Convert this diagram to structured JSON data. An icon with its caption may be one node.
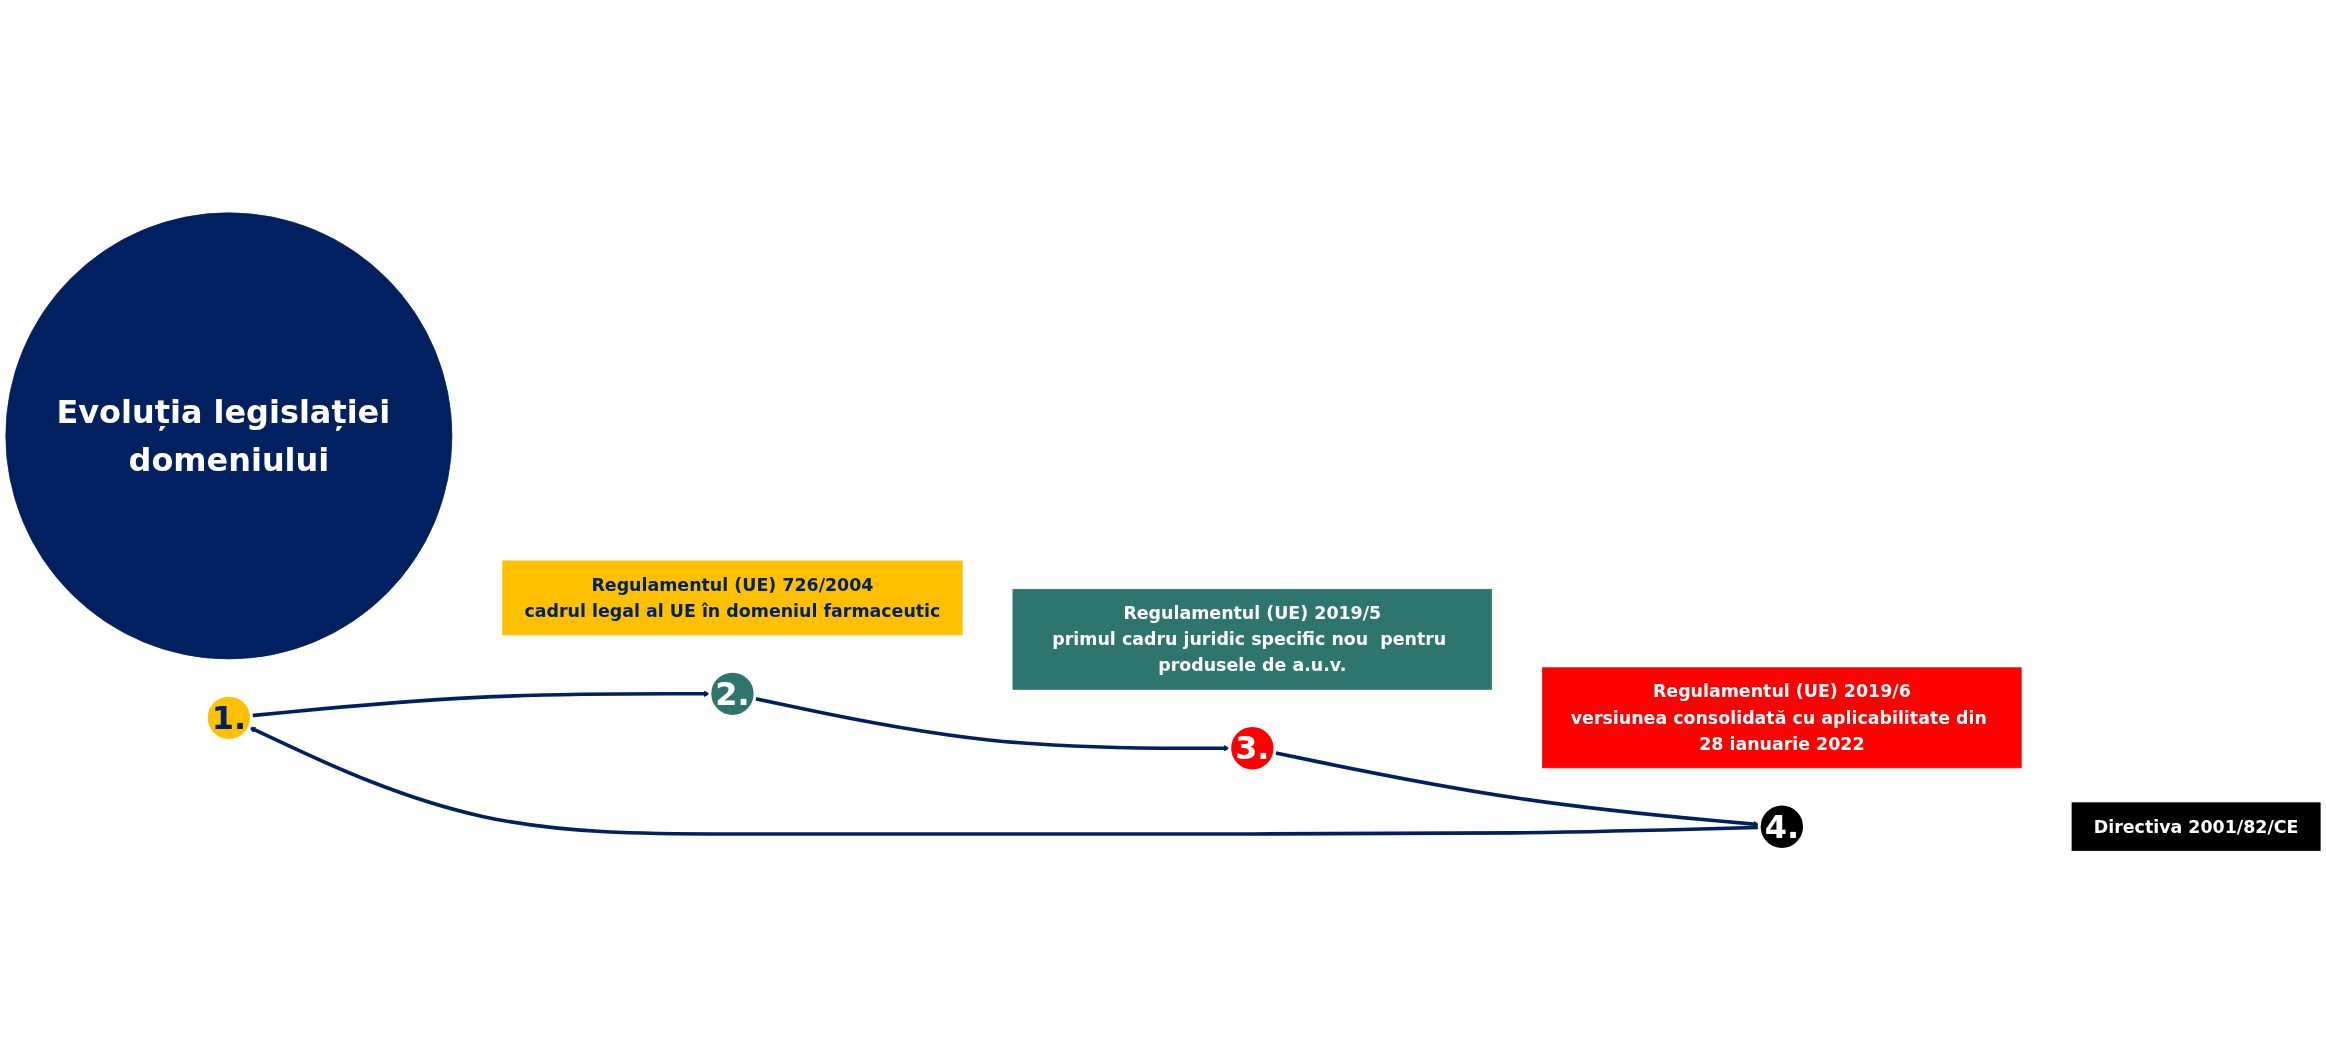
{
  "diagram": {
    "nodes": [
      {
        "text": [
          "Evoluția legislației domeniului"
        ]
      },
      {
        "text": [
          "1."
        ]
      },
      {
        "text": [
          "Regulamentul (UE) 726/2004",
          "cadrul legal al UE în domeniul farmaceutic"
        ]
      },
      {
        "text": [
          "2."
        ]
      },
      {
        "text": [
          "Regulamentul (UE) 2019/5",
          "primul cadru juridic specific nou  pentru produsele de a.u.v."
        ]
      },
      {
        "text": [
          "3."
        ]
      },
      {
        "text": [
          "Regulamentul (UE) 2019/6",
          "versiunea consolidată cu aplicabilitate din 28 ianuarie 2022"
        ]
      },
      {
        "text": [
          "4."
        ]
      },
      {
        "text": [
          "Directiva 2001/82/CE"
        ]
      }
    ],
    "edges": [
      {
        "from": 1,
        "to": 3,
        "arrow": "to"
      },
      {
        "from": 3,
        "to": 5,
        "arrow": "to"
      },
      {
        "from": 5,
        "to": 7,
        "arrow": "to"
      },
      {
        "from": 7,
        "to": 1,
        "arrow": "to"
      }
    ]
  }
}
